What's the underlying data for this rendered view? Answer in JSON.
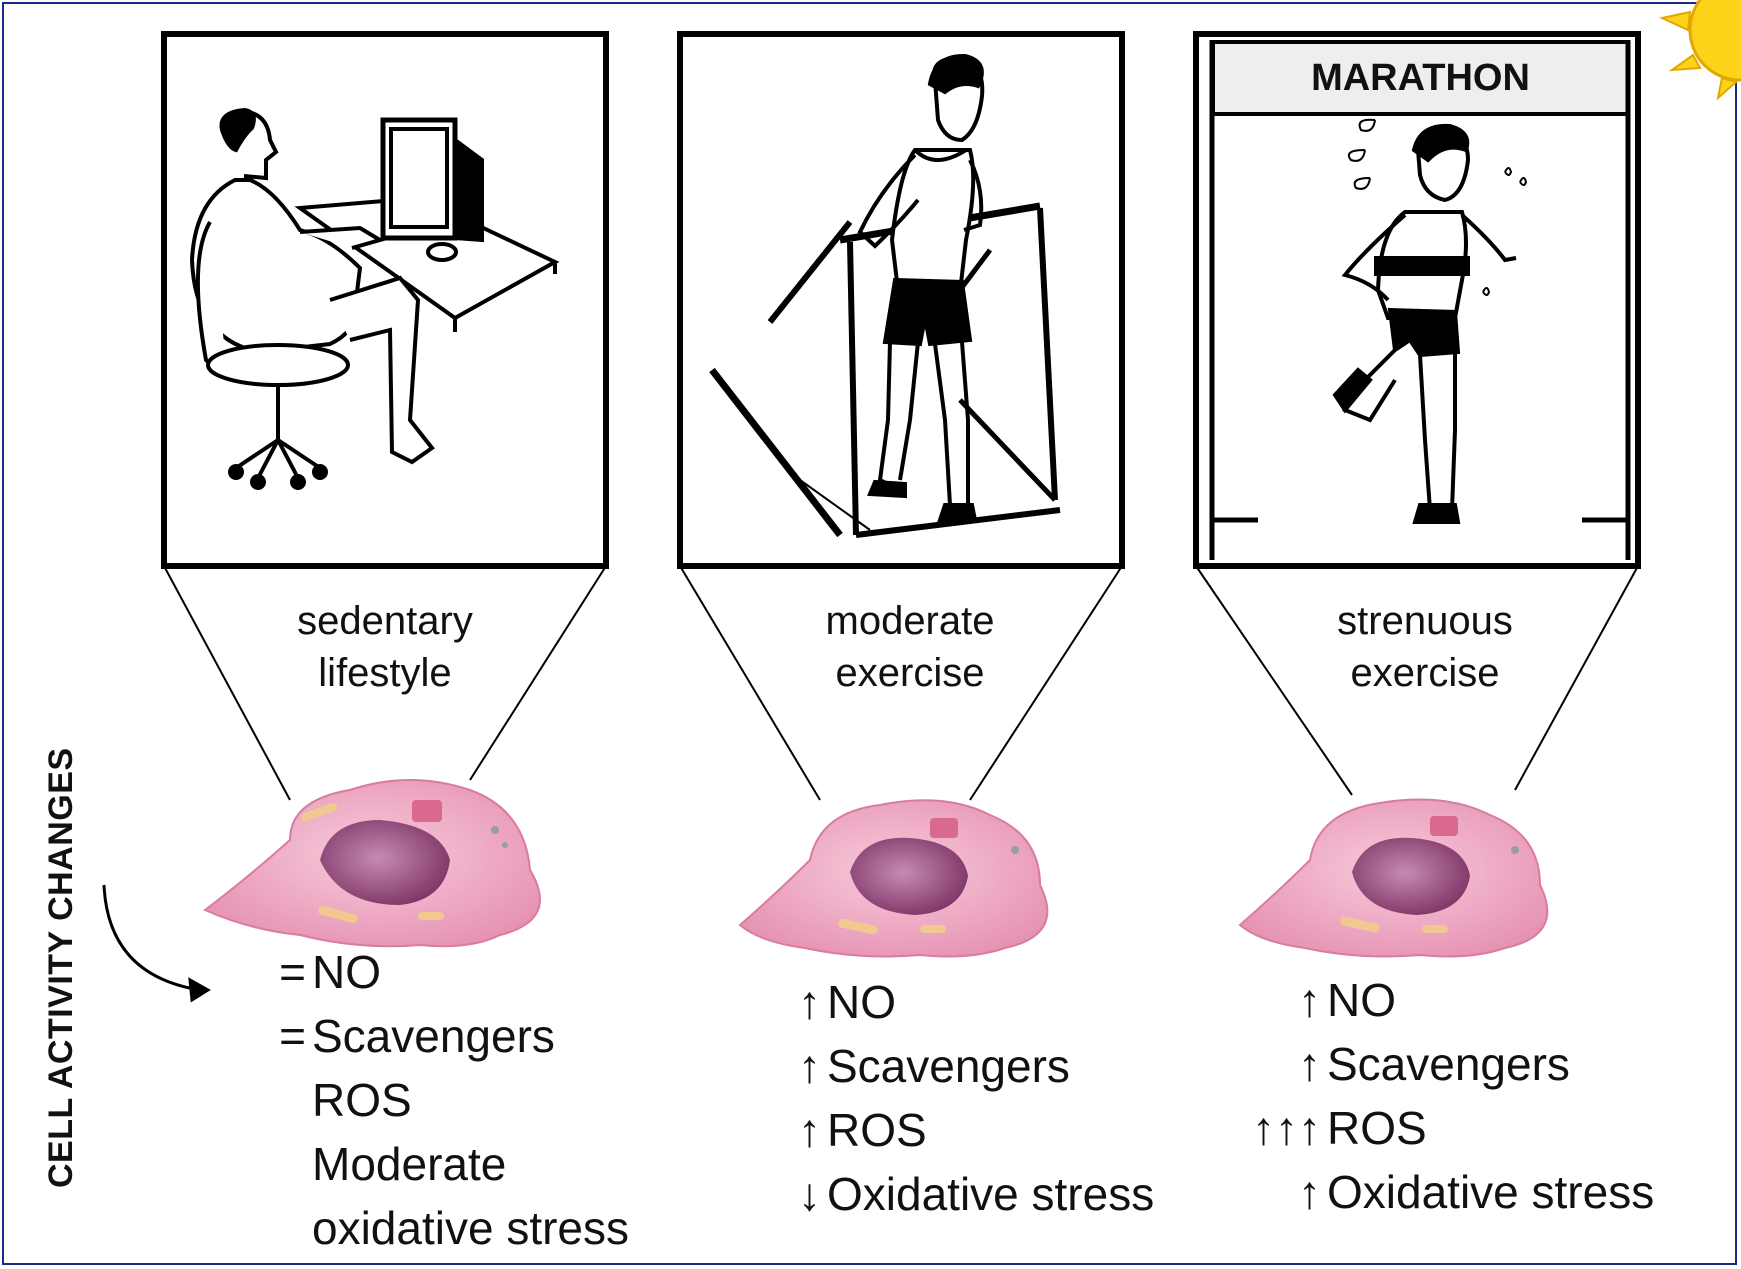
{
  "side_label": "CELL ACTIVITY CHANGES",
  "marathon_banner": "MARATHON",
  "panels": [
    {
      "caption_line1": "sedentary",
      "caption_line2": "lifestyle",
      "items": [
        {
          "symbol": "=",
          "text": "NO"
        },
        {
          "symbol": "=",
          "text": "Scavengers"
        },
        {
          "symbol": "",
          "text": "ROS"
        },
        {
          "symbol": "",
          "text": "Moderate"
        },
        {
          "symbol": "",
          "text": "oxidative  stress"
        }
      ]
    },
    {
      "caption_line1": "moderate",
      "caption_line2": "exercise",
      "items": [
        {
          "symbol": "↑",
          "text": "NO"
        },
        {
          "symbol": "↑",
          "text": "Scavengers"
        },
        {
          "symbol": "↑",
          "text": "ROS"
        },
        {
          "symbol": "↓",
          "text": "Oxidative  stress"
        }
      ]
    },
    {
      "caption_line1": "strenuous",
      "caption_line2": "exercise",
      "items": [
        {
          "symbol": "↑",
          "text": "NO"
        },
        {
          "symbol": "↑",
          "text": "Scavengers"
        },
        {
          "symbol": "↑↑↑",
          "text": "ROS"
        },
        {
          "symbol": "↑",
          "text": "Oxidative stress"
        }
      ]
    }
  ],
  "colors": {
    "frame_border": "#1a2a8a",
    "cell_membrane": "#e8a6bf",
    "cell_nucleus": "#8a3f6e",
    "sun": "#ffd21a"
  }
}
